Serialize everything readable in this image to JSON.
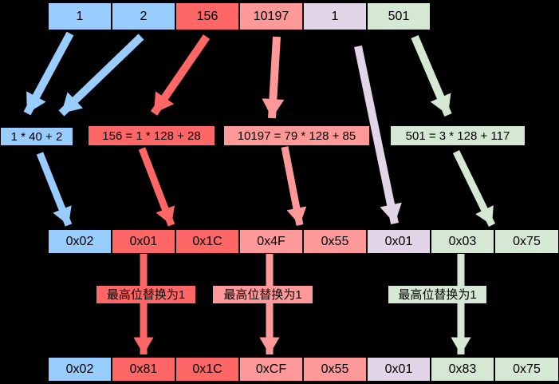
{
  "palette": {
    "background": "#000000",
    "text": "#000000",
    "blue": "#99ccff",
    "red": "#ff6666",
    "salmon": "#ff9999",
    "lavender": "#e1d5e7",
    "green": "#d5e8d4"
  },
  "top_row": {
    "cells": [
      {
        "value": "1",
        "color": "blue"
      },
      {
        "value": "2",
        "color": "blue"
      },
      {
        "value": "156",
        "color": "red"
      },
      {
        "value": "10197",
        "color": "salmon"
      },
      {
        "value": "1",
        "color": "lavender"
      },
      {
        "value": "501",
        "color": "green"
      }
    ]
  },
  "formula_row": {
    "cells": [
      {
        "value": "1 * 40 + 2",
        "color": "blue"
      },
      {
        "value": "156 = 1 * 128 + 28",
        "color": "red"
      },
      {
        "value": "10197 = 79 * 128 + 85",
        "color": "salmon"
      },
      {
        "value": "501 = 3 * 128 + 117",
        "color": "green"
      }
    ]
  },
  "byte_row": {
    "cells": [
      {
        "value": "0x02",
        "color": "blue"
      },
      {
        "value": "0x01",
        "color": "red"
      },
      {
        "value": "0x1C",
        "color": "red"
      },
      {
        "value": "0x4F",
        "color": "salmon"
      },
      {
        "value": "0x55",
        "color": "salmon"
      },
      {
        "value": "0x01",
        "color": "lavender"
      },
      {
        "value": "0x03",
        "color": "green"
      },
      {
        "value": "0x75",
        "color": "green"
      }
    ]
  },
  "replace_labels": [
    {
      "text": "最高位替换为1",
      "color": "red"
    },
    {
      "text": "最高位替换为1",
      "color": "salmon"
    },
    {
      "text": "最高位替换为1",
      "color": "green"
    }
  ],
  "result_row": {
    "cells": [
      {
        "value": "0x02",
        "color": "blue"
      },
      {
        "value": "0x81",
        "color": "red"
      },
      {
        "value": "0x1C",
        "color": "red"
      },
      {
        "value": "0xCF",
        "color": "salmon"
      },
      {
        "value": "0x55",
        "color": "salmon"
      },
      {
        "value": "0x01",
        "color": "lavender"
      },
      {
        "value": "0x83",
        "color": "green"
      },
      {
        "value": "0x75",
        "color": "green"
      }
    ]
  }
}
